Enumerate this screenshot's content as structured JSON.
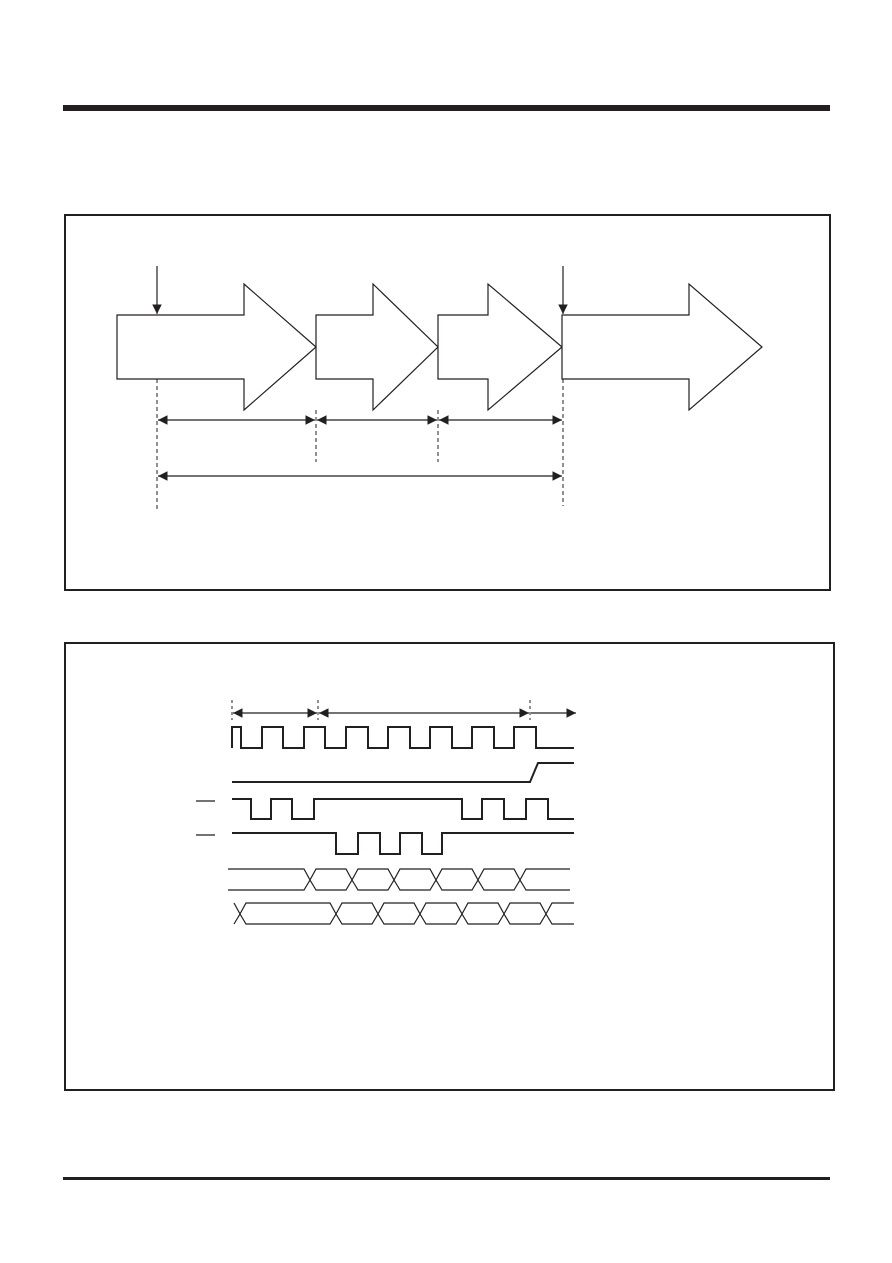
{
  "page": {
    "background": "#ffffff",
    "ink_color": "#231f20"
  },
  "figure_1": {
    "kind": "sequence-of-arrows",
    "arrow_count": 4,
    "marker_count": 2,
    "dimension_lines": 4,
    "labels": []
  },
  "figure_2": {
    "kind": "timing-diagram",
    "signal_count": 6,
    "signals": [
      {
        "role": "clock",
        "label": ""
      },
      {
        "role": "step-high",
        "label": ""
      },
      {
        "role": "active-low-pulses-a",
        "label": "",
        "overbar": true
      },
      {
        "role": "active-low-pulses-b",
        "label": "",
        "overbar": true
      },
      {
        "role": "bus-a",
        "label": ""
      },
      {
        "role": "bus-b",
        "label": ""
      }
    ],
    "labels": []
  }
}
